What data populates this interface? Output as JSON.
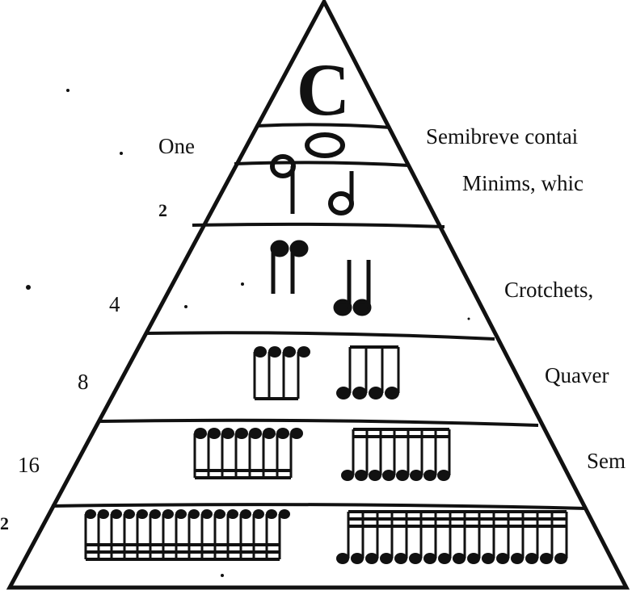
{
  "diagram": {
    "time_signature_symbol": "C",
    "rows": [
      {
        "number": "One",
        "label": "Semibreve contai",
        "note": "semibreve"
      },
      {
        "number": "2",
        "label": "Minims, whic",
        "note": "minim"
      },
      {
        "number": "4",
        "label": "Crotchets,",
        "note": "crotchet"
      },
      {
        "number": "8",
        "label": "Quaver",
        "note": "quaver"
      },
      {
        "number": "16",
        "label": "Sem",
        "note": "semiquaver"
      },
      {
        "number": "2",
        "label": "",
        "note": "demisemiquaver"
      }
    ]
  },
  "colors": {
    "ink": "#111111",
    "paper": "#ffffff"
  }
}
